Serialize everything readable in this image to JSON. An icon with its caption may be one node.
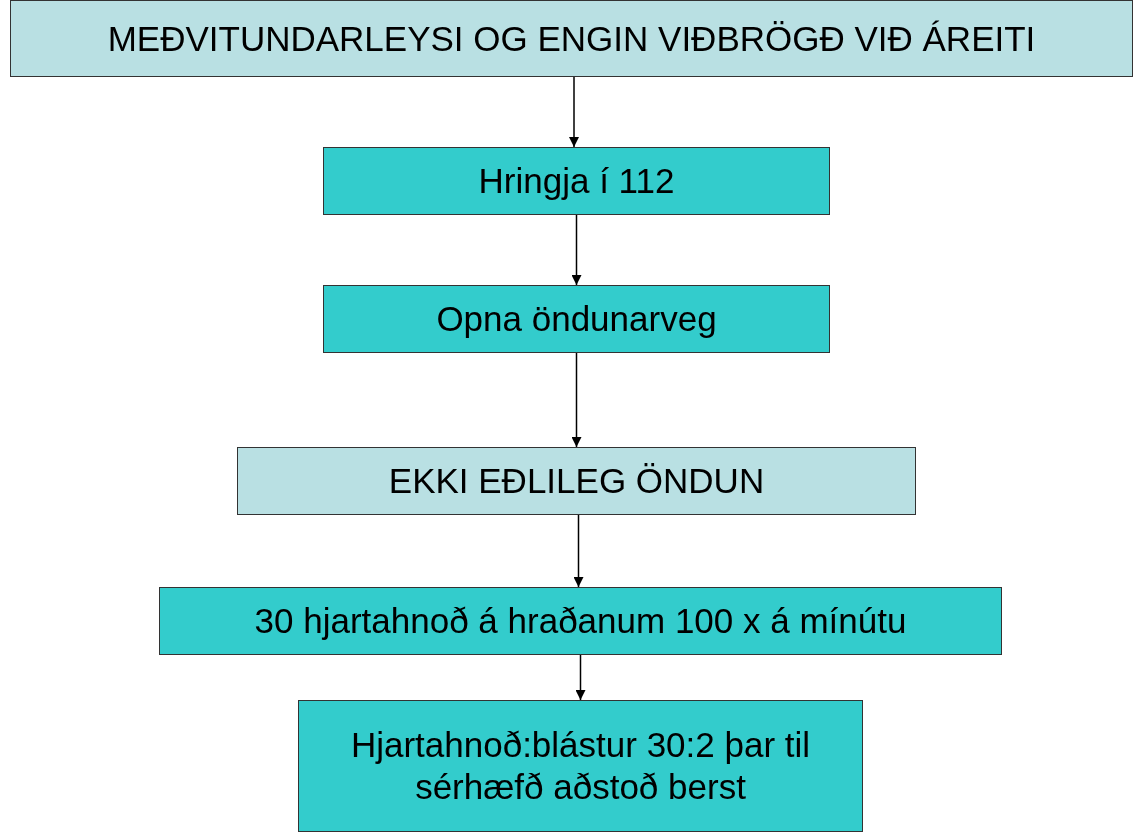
{
  "diagram": {
    "nodes": [
      {
        "text": [
          "MEÐVITUNDARLEYSI OG ENGIN VIÐBRÖGÐ VIÐ ÁREITI"
        ]
      },
      {
        "text": [
          "Hringja í 112"
        ]
      },
      {
        "text": [
          "Opna öndunarveg"
        ]
      },
      {
        "text": [
          "EKKI EÐLILEG ÖNDUN"
        ]
      },
      {
        "text": [
          "30 hjartahnoð á hraðanum 100 x á mínútu"
        ]
      },
      {
        "text": [
          "Hjartahnoð:blástur 30:2 þar til sérhæfð aðstoð berst"
        ]
      }
    ],
    "edges": [
      {
        "from": 0,
        "to": 1,
        "arrow": "to"
      },
      {
        "from": 1,
        "to": 2,
        "arrow": "to"
      },
      {
        "from": 2,
        "to": 3,
        "arrow": "to"
      },
      {
        "from": 3,
        "to": 4,
        "arrow": "to"
      },
      {
        "from": 4,
        "to": 5,
        "arrow": "to"
      }
    ]
  }
}
